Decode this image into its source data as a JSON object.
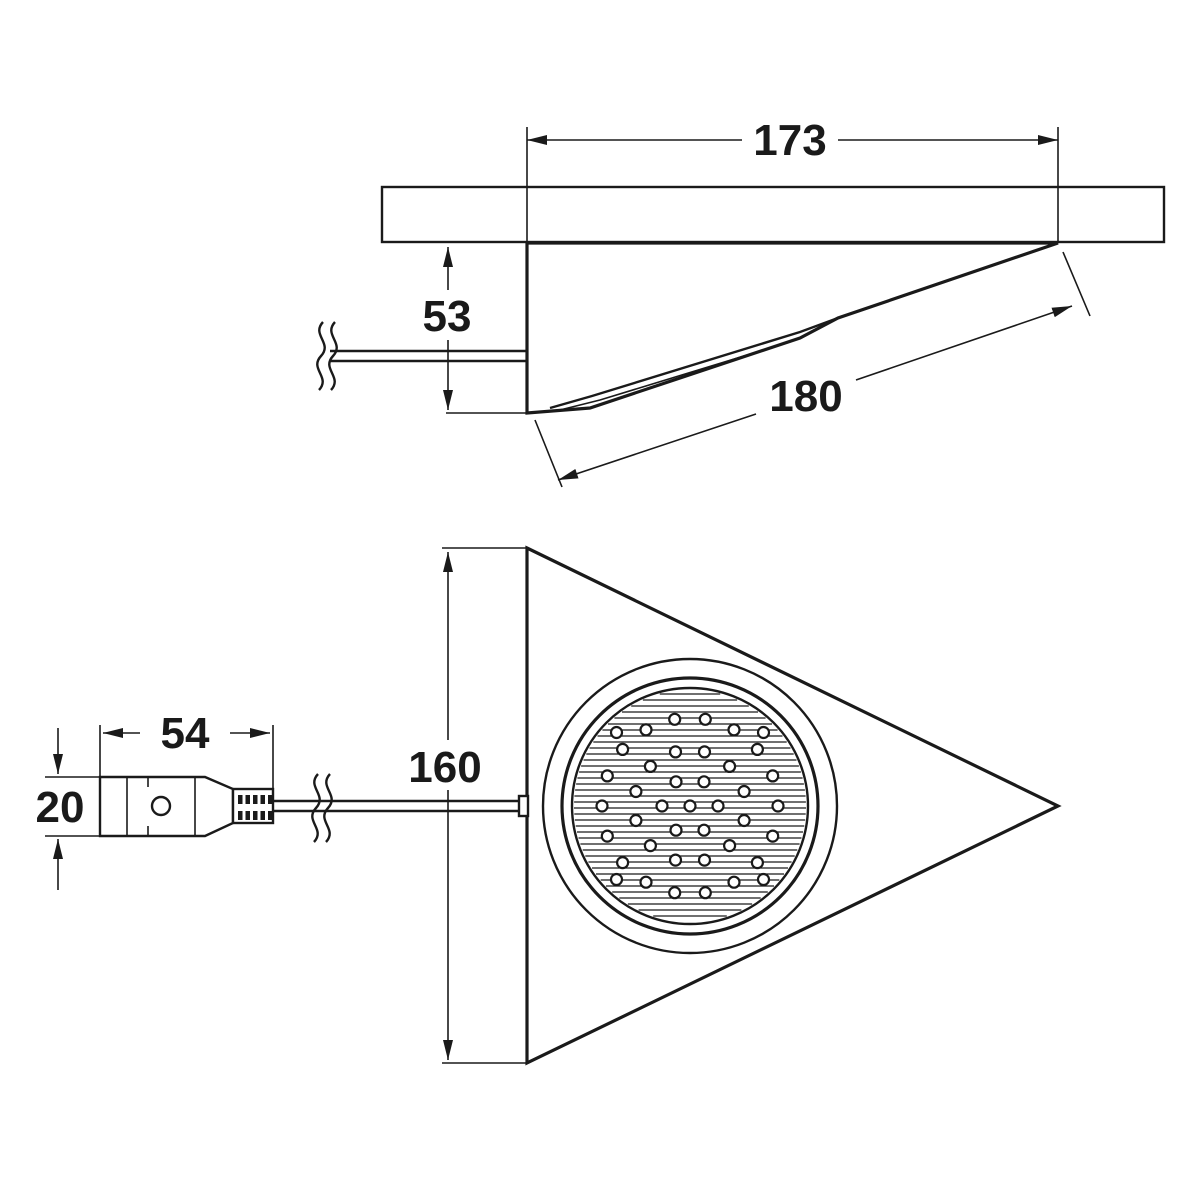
{
  "drawing": {
    "dimensions": {
      "width_top": "173",
      "height_side": "53",
      "slant_length": "180",
      "height_front": "160",
      "connector_length": "54",
      "connector_height": "20"
    },
    "colors": {
      "line": "#1a1a1a",
      "cabinet_shelf": "#d9d9d9",
      "background": "#ffffff"
    }
  }
}
